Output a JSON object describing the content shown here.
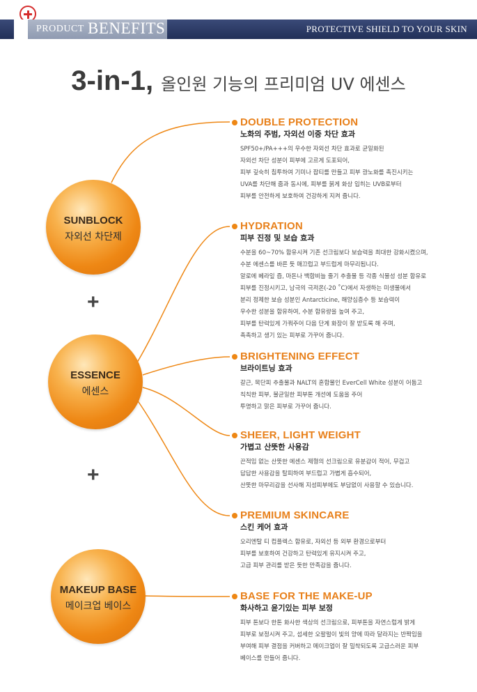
{
  "header": {
    "product": "PRODUCT",
    "benefits": "BENEFITS",
    "tagline": "PROTECTIVE SHIELD TO YOUR SKIN"
  },
  "title": {
    "strong": "3-in-1,",
    "sub": "올인원 기능의 프리미엄 UV 에센스"
  },
  "components": [
    {
      "en": "SUNBLOCK",
      "ko": "자외선 차단제"
    },
    {
      "en": "ESSENCE",
      "ko": "에센스"
    },
    {
      "en": "MAKEUP BASE",
      "ko": "메이크업 베이스"
    }
  ],
  "plus_sign": "+",
  "benefits": [
    {
      "title": "DOUBLE PROTECTION",
      "subtitle": "노화의 주범, 자외선 이중 차단 효과",
      "lines": [
        "SPF50+/PA+++의 우수한 자외선 차단 효과로 균일화된",
        "자외선 차단 성분이 피부에 고르게 도포되어,",
        "피부 깊숙히 침투하여  기미나 잡티를 만들고 피부 광노화를 촉진시키는",
        "UVA를 차단해 줌과 동시에, 피부를 붉게 화상 입히는 UVB로부터",
        "피부를 안전하게 보호하여 건강하게 지켜 줍니다."
      ]
    },
    {
      "title": "HYDRATION",
      "subtitle": "피부 진정 및 보습 효과",
      "lines": [
        "수분을 60~70% 함유시켜 기존 선크림보다 보습력을 최대한 강화시켰으며,",
        "수분 에센스를 바른 듯 매끄럽고 부드럽게 마무리됩니다.",
        "알로에 베라잎 즙, 마돈나 백합비늘 줄기 추출물 등 각종 식물성 성분 함유로",
        "피부를 진정시키고, 남극의 극저온(-20 ˚C)에서 자생하는 미생물에서",
        "분리 정제한 보습 성분인 Antarcticine, 해양심층수 등 보습력이",
        "우수한 성분을 함유하여, 수분 함유량을 높여 주고,",
        "피부를 탄력있게 가꿔주어 다음 단계 화장이 잘 받도록 해 주며,",
        "촉촉하고 생기 있는 피부로 가꾸어 줍니다."
      ]
    },
    {
      "title": "BRIGHTENING EFFECT",
      "subtitle": "브라이트닝 효과",
      "lines": [
        "갈근, 목단피 추출물과 NALT의 혼합물인 EverCell White 성분이 어둡고",
        "칙칙한 피부, 불균일한 피부톤 개선에 도움을 주어",
        "투명하고 맑은 피부로 가꾸어 줍니다."
      ]
    },
    {
      "title": "SHEER, LIGHT WEIGHT",
      "subtitle": "가볍고 산뜻한 사용감",
      "lines": [
        "끈적임 없는 산뜻한 에센스 제형의 선크림으로 유분감이 적어, 무겁고",
        "답답한 사용감을 탈피하여 부드럽고 가볍게 흡수되어,",
        "산뜻한 마무리감을 선사해 지성피부에도 부담없이 사용할 수 있습니다."
      ]
    },
    {
      "title": "PREMIUM SKINCARE",
      "subtitle": "스킨 케어 효과",
      "lines": [
        "오리엔탈 티 컴플렉스 함유로, 자외선 등 외부 환경으로부터",
        "피부를 보호하여 건강하고 탄력있게 유지시켜 주고,",
        "고급 피부 관리를 받은 듯한 만족감을 줍니다."
      ]
    },
    {
      "title": "BASE FOR THE MAKE-UP",
      "subtitle": "화사하고 윤기있는 피부 보정",
      "lines": [
        "피부 톤보다 한톤 화사한 색상의 선크림으로, 피부톤을 자연스럽게 밝게",
        "피부로 보정시켜 주고, 섬세한 오팔펄이 빛의 양에 따라 달라지는 반짝임을",
        "부여해  피부 결점을 커버하고 메이크업이 잘 밀착되도록 고급스러운 피부",
        "베이스를 만들어 줍니다."
      ]
    }
  ],
  "colors": {
    "accent": "#ee8714",
    "header_navy": "#2a3760",
    "title_orange": "#e8801a"
  }
}
